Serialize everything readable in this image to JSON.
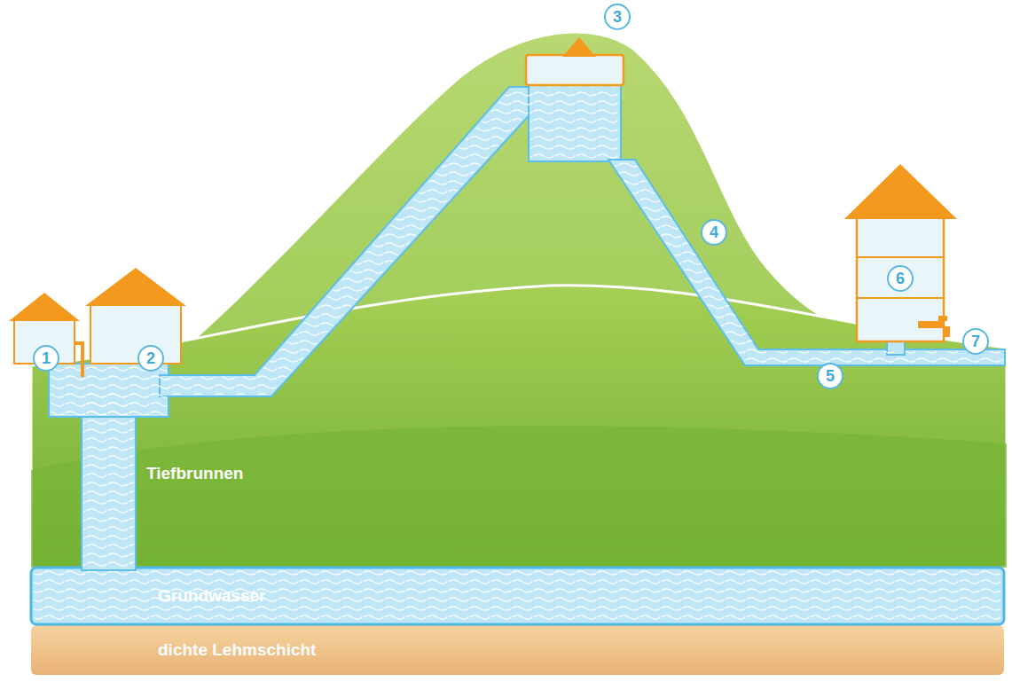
{
  "diagram": {
    "nodes": [
      {
        "text": [
          "Grundwasser"
        ]
      },
      {
        "text": [
          "dichte Lehmschicht"
        ]
      }
    ],
    "labels": [
      "1",
      "2",
      "3",
      "4",
      "5",
      "6",
      "7",
      "Tiefbrunnen"
    ]
  }
}
